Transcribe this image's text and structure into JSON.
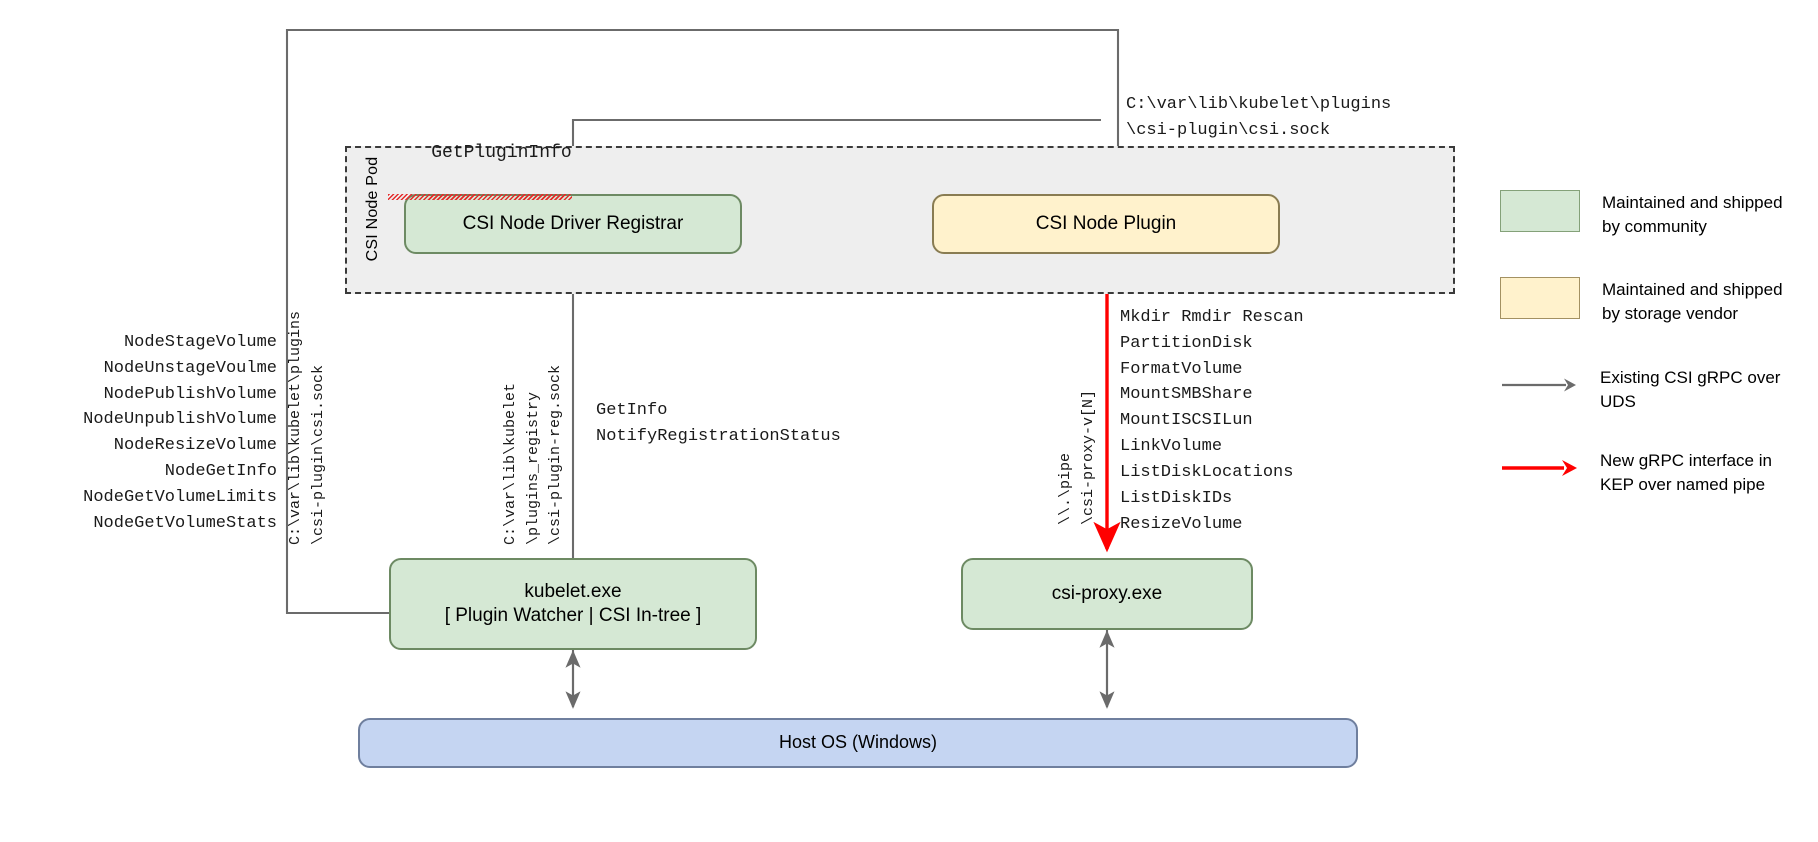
{
  "diagram": {
    "pod_label": "CSI Node Pod",
    "boxes": {
      "registrar": "CSI Node Driver Registrar",
      "node_plugin": "CSI Node Plugin",
      "kubelet_line1": "kubelet.exe",
      "kubelet_line2": "[ Plugin Watcher | CSI In-tree ]",
      "csi_proxy": "csi-proxy.exe",
      "host_os": "Host OS (Windows)"
    },
    "labels": {
      "get_plugin_info": "GetPluginInfo",
      "sock_path_top": "C:\\var\\lib\\kubelet\\plugins\n\\csi-plugin\\csi.sock",
      "node_ops": "NodeStageVolume\nNodeUnstageVoulme\nNodePublishVolume\nNodeUnpublishVolume\nNodeResizeVolume\nNodeGetInfo\nNodeGetVolumeLimits\nNodeGetVolumeStats",
      "grpc_ops": "GetInfo\nNotifyRegistrationStatus",
      "proxy_ops": "Mkdir Rmdir Rescan\nPartitionDisk\nFormatVolume\nMountSMBShare\nMountISCSILun\nLinkVolume\nListDiskLocations\nListDiskIDs\nResizeVolume",
      "v_csi_sock": "C:\\var\\lib\\kubelet\\plugins\n\\csi-plugin\\csi.sock",
      "v_reg_sock": "C:\\var\\lib\\kubelet\n\\plugins_registry\n\\csi-plugin-reg.sock",
      "v_pipe": "\\\\.\\pipe\n\\csi-proxy-v[N]"
    }
  },
  "legend": {
    "items": [
      {
        "kind": "swatch-green",
        "text": "Maintained and shipped by community"
      },
      {
        "kind": "swatch-yellow",
        "text": "Maintained and shipped by storage vendor"
      },
      {
        "kind": "arrow-gray",
        "text": "Existing CSI gRPC over UDS"
      },
      {
        "kind": "arrow-red",
        "text": "New gRPC interface in KEP over named pipe"
      }
    ]
  },
  "colors": {
    "community_fill": "#d5e8d4",
    "vendor_fill": "#fff2cc",
    "host_fill": "#c5d5f2",
    "pod_fill": "#eeeeee",
    "existing_arrow": "#6b6b6b",
    "new_arrow": "#ff0000"
  }
}
